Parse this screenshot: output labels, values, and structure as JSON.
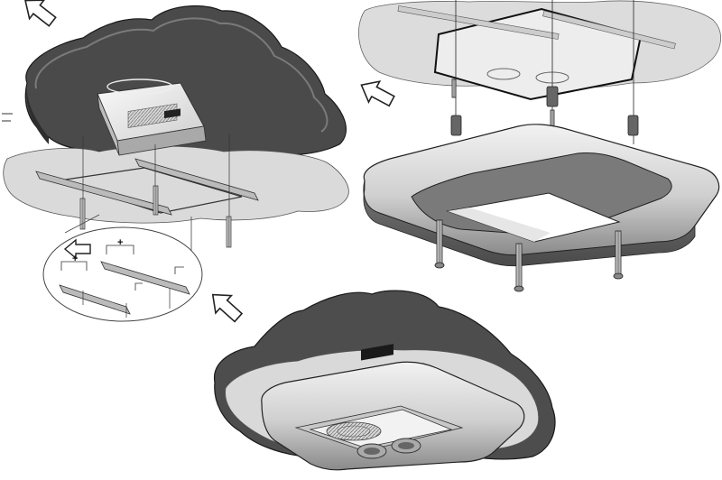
{
  "panels": [
    {
      "step": "step-1",
      "marks": [
        "+",
        "+"
      ]
    },
    {
      "step": "step-2"
    },
    {
      "step": "step-3"
    }
  ],
  "colors": {
    "roof_dark": "#4a4a4a",
    "roof_edge": "#6a6a6a",
    "roof_light": "#d6d6d6",
    "frame_light": "#e6e6e6",
    "frame_mid": "#9a9a9a",
    "frame_dark": "#5a5a5a",
    "unit_body": "#efefef",
    "line": "#1a1a1a",
    "arrow_fill": "#ffffff"
  },
  "icons": [
    "arrow-upleft-icon",
    "screw-icon",
    "bolt-icon",
    "spacer-icon",
    "vent-grille-icon"
  ]
}
